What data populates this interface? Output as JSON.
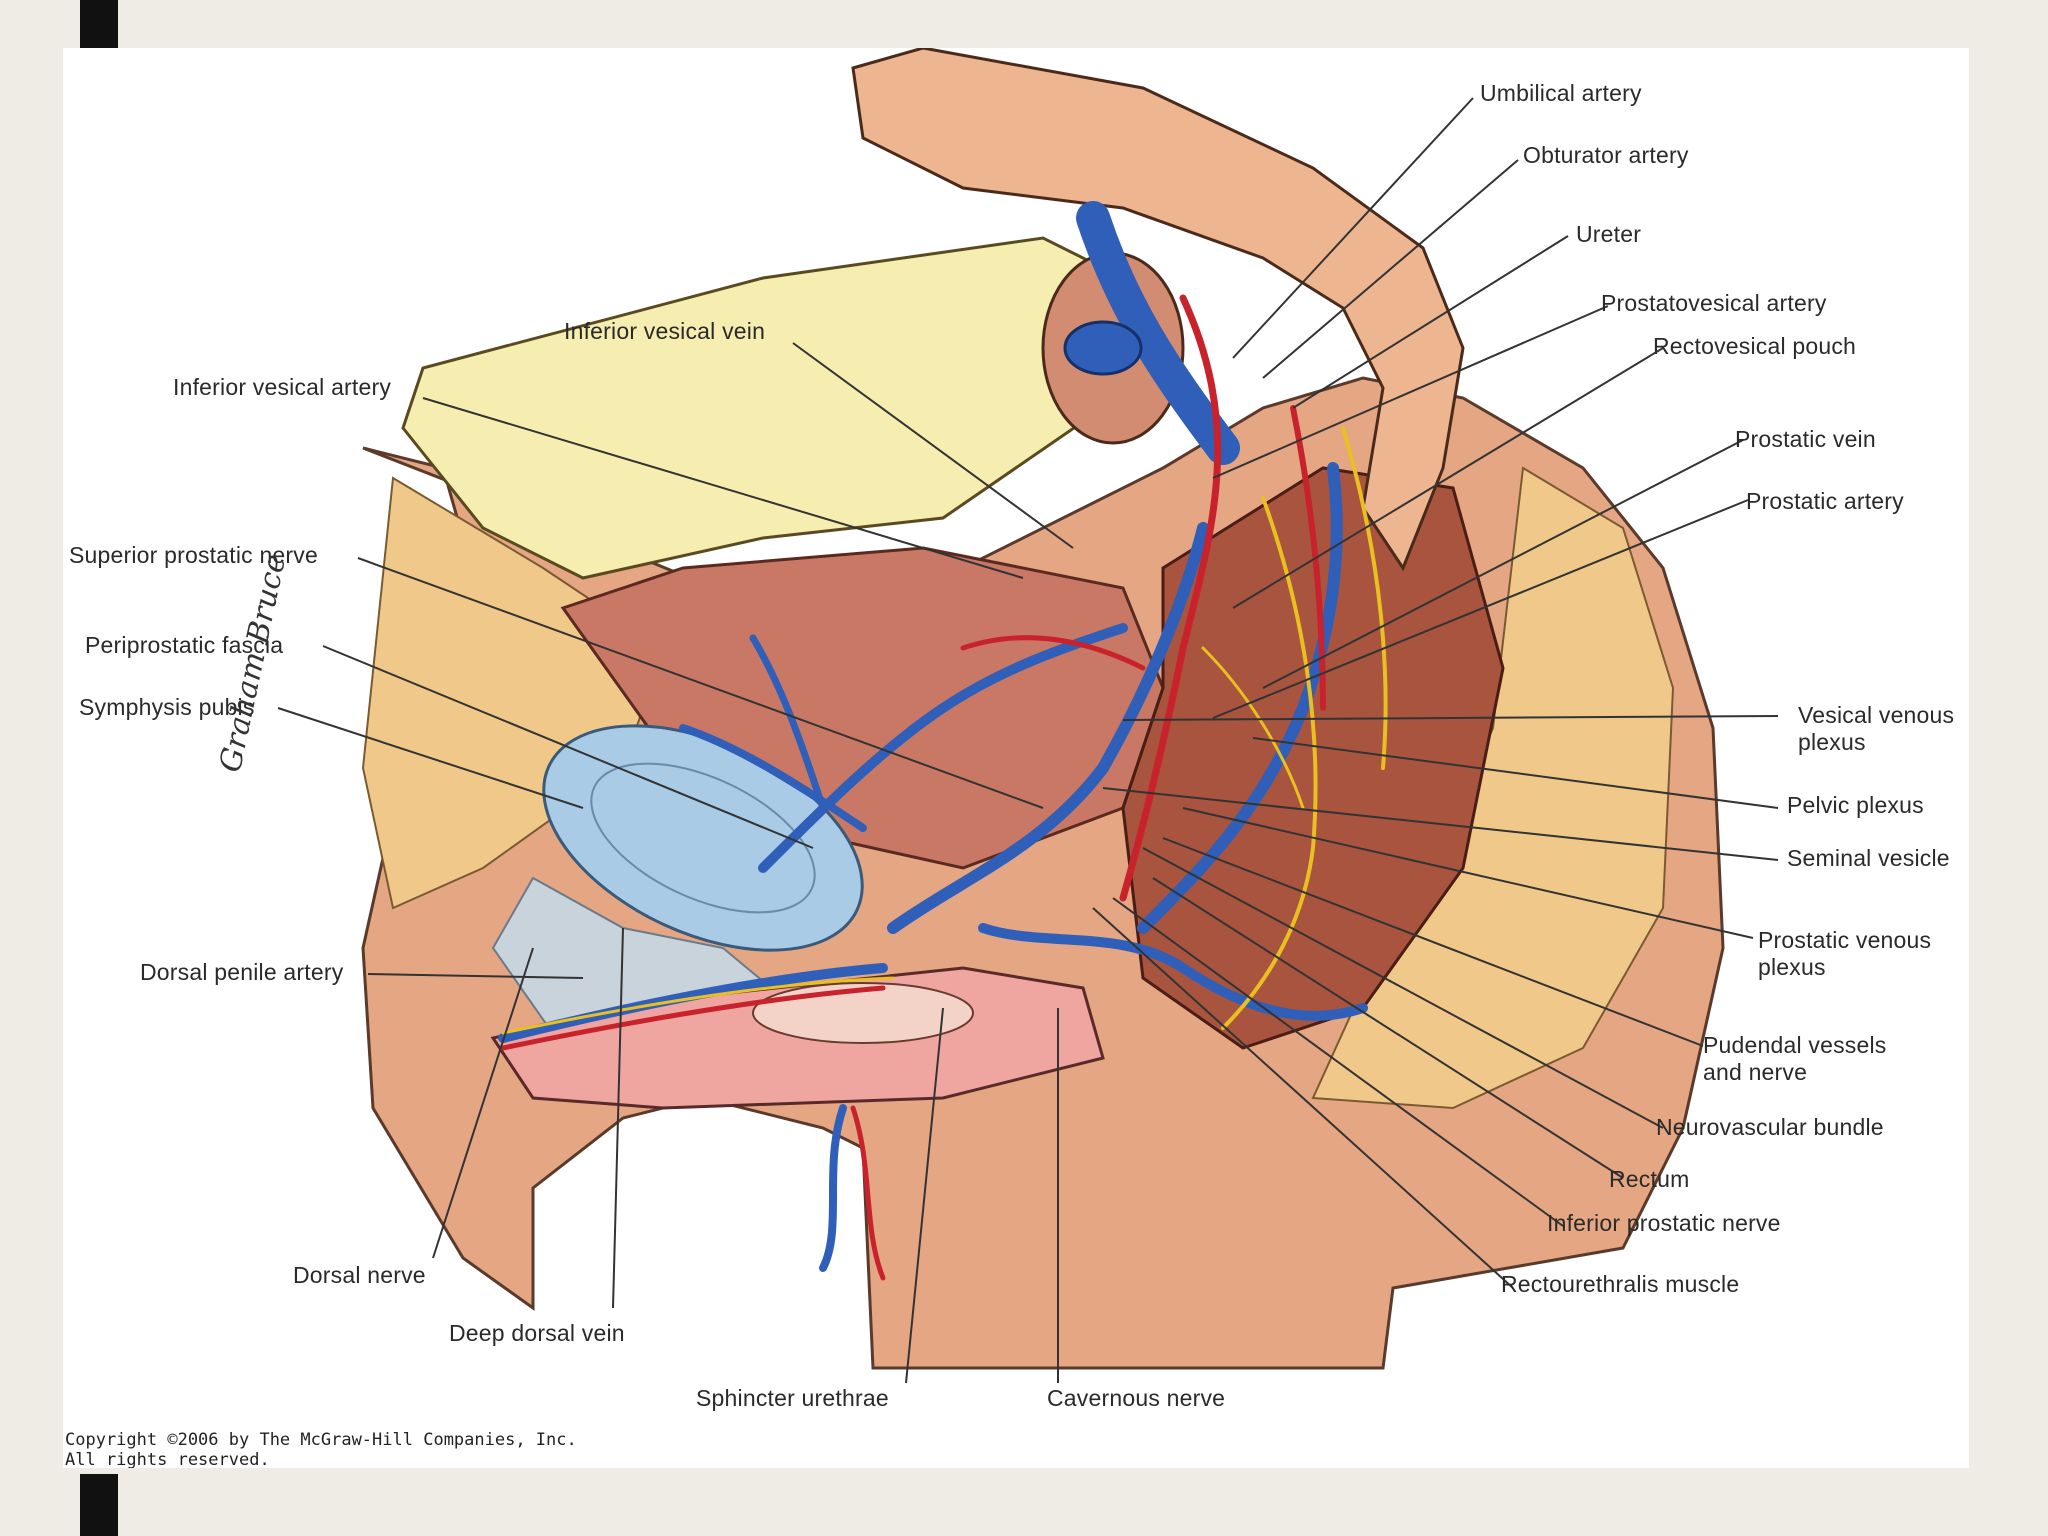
{
  "figure": {
    "copyright": "Copyright ©2006 by The McGraw-Hill Companies, Inc.\nAll rights reserved.",
    "artist_signature": "Graham Bruce"
  },
  "labels": {
    "umbilical_artery": "Umbilical artery",
    "obturator_artery": "Obturator artery",
    "ureter": "Ureter",
    "prostatovesical_artery": "Prostatovesical artery",
    "rectovesical_pouch": "Rectovesical pouch",
    "prostatic_vein": "Prostatic vein",
    "prostatic_artery": "Prostatic artery",
    "vesical_venous_plexus": "Vesical venous plexus",
    "pelvic_plexus": "Pelvic plexus",
    "seminal_vesicle": "Seminal vesicle",
    "prostatic_venous_plexus": "Prostatic venous plexus",
    "pudendal_vessels_and_nerve": "Pudendal vessels and nerve",
    "neurovascular_bundle": "Neurovascular bundle",
    "rectum": "Rectum",
    "inferior_prostatic_nerve": "Inferior prostatic nerve",
    "rectourethralis_muscle": "Rectourethralis muscle",
    "inferior_vesical_vein": "Inferior vesical vein",
    "inferior_vesical_artery": "Inferior vesical artery",
    "superior_prostatic_nerve": "Superior prostatic nerve",
    "periprostatic_fascia": "Periprostatic fascia",
    "symphysis_pubis": "Symphysis pubis",
    "dorsal_penile_artery": "Dorsal penile artery",
    "dorsal_nerve": "Dorsal nerve",
    "deep_dorsal_vein": "Deep dorsal vein",
    "sphincter_urethrae": "Sphincter urethrae",
    "cavernous_nerve": "Cavernous nerve"
  },
  "colors": {
    "vein": "#2f5fb8",
    "artery": "#c8232c",
    "nerve": "#e8c020",
    "fat": "#f0c98a",
    "skin": "#e4a683",
    "muscle": "#b85f4c",
    "bladder": "#f6eeb0",
    "bone": "#a9cbe6"
  }
}
